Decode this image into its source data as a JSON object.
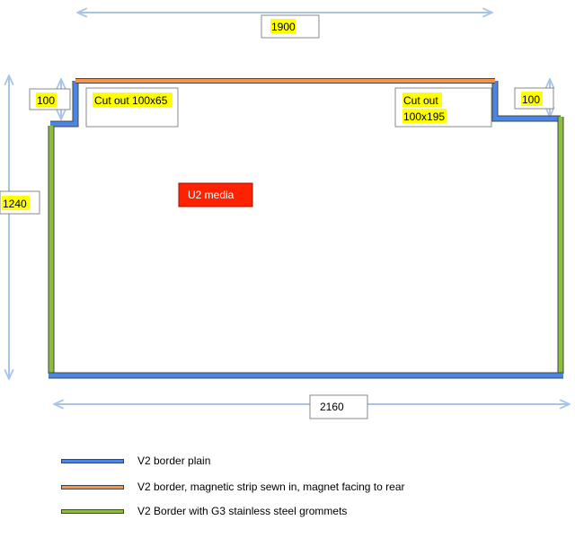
{
  "dimensions": {
    "top_width": "1900",
    "bottom_width": "2160",
    "height": "1240",
    "left_cutout_depth": "100",
    "right_cutout_depth": "100"
  },
  "cutouts": {
    "left": "Cut out 100x65",
    "right_line1": "Cut out",
    "right_line2": "100x195"
  },
  "media_label": "U2 media",
  "legend": [
    {
      "label": "V2 border plain",
      "color": "#4a86e8"
    },
    {
      "label": "V2 border, magnetic strip sewn in, magnet facing to rear",
      "color": "#f6944b"
    },
    {
      "label": "V2 Border with G3 stainless steel grommets",
      "color": "#8cbd3f"
    }
  ],
  "colors": {
    "dimension_arrow": "#a9c4e6",
    "highlight": "#ffff00",
    "media_fill": "#ff2200"
  }
}
